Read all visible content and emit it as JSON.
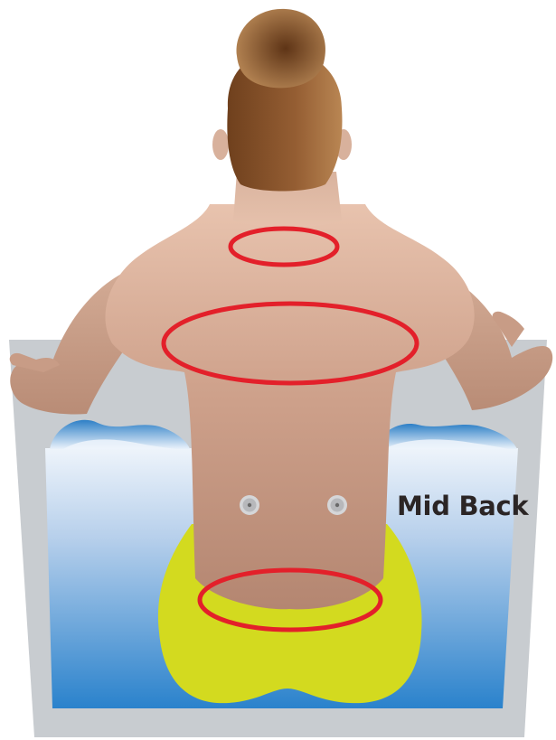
{
  "label": {
    "text": "Mid Back"
  },
  "colors": {
    "skin": "#c49480",
    "skin_shadow": "#a97d6a",
    "hair_dark": "#6a3d1c",
    "hair_light": "#b07a48",
    "tub_rim": "#c9cdd0",
    "water_top": "#e4eef8",
    "water_bottom": "#2f84cc",
    "seat": "#d4dc1e",
    "target_ring": "#e3202a",
    "text": "#2b2525"
  },
  "targets": [
    {
      "name": "neck-target-ring"
    },
    {
      "name": "upper-back-target-ring"
    },
    {
      "name": "lower-back-target-ring"
    }
  ],
  "jets": [
    {
      "name": "jet-left"
    },
    {
      "name": "jet-right"
    }
  ]
}
